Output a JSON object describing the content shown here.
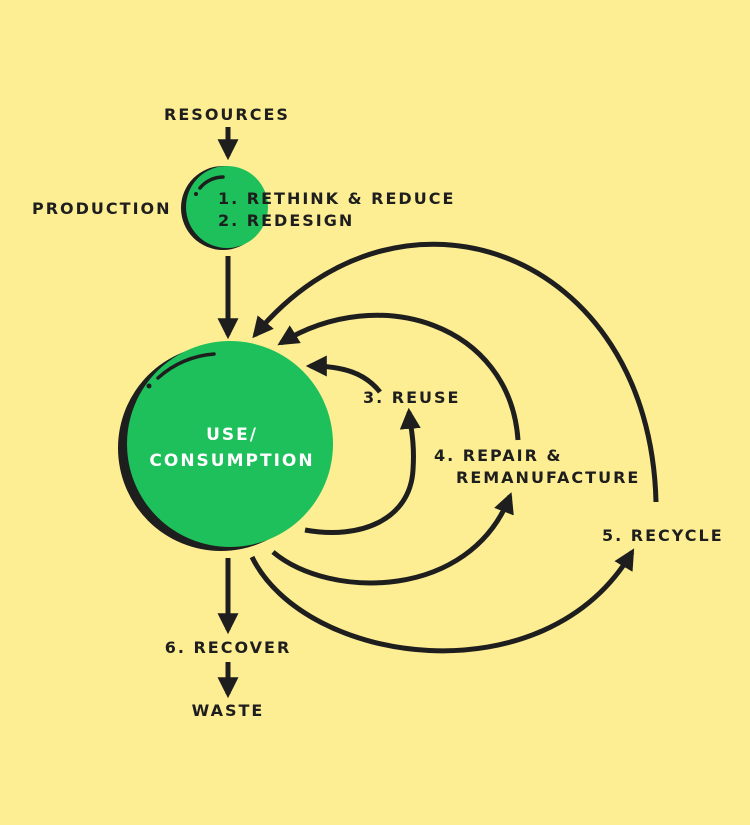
{
  "colors": {
    "background": "#FDEE93",
    "circle_fill": "#1DC05A",
    "ink": "#1E1E1E",
    "highlight": "#FFFFFF"
  },
  "labels": {
    "resources": "RESOURCES",
    "production": "PRODUCTION",
    "step1": "1. RETHINK & REDUCE",
    "step2": "2. REDESIGN",
    "use_line1": "USE/",
    "use_line2": "CONSUMPTION",
    "reuse": "3. REUSE",
    "repair_line1": "4. REPAIR &",
    "repair_line2": "REMANUFACTURE",
    "recycle": "5. RECYCLE",
    "recover": "6. RECOVER",
    "waste": "WASTE"
  }
}
